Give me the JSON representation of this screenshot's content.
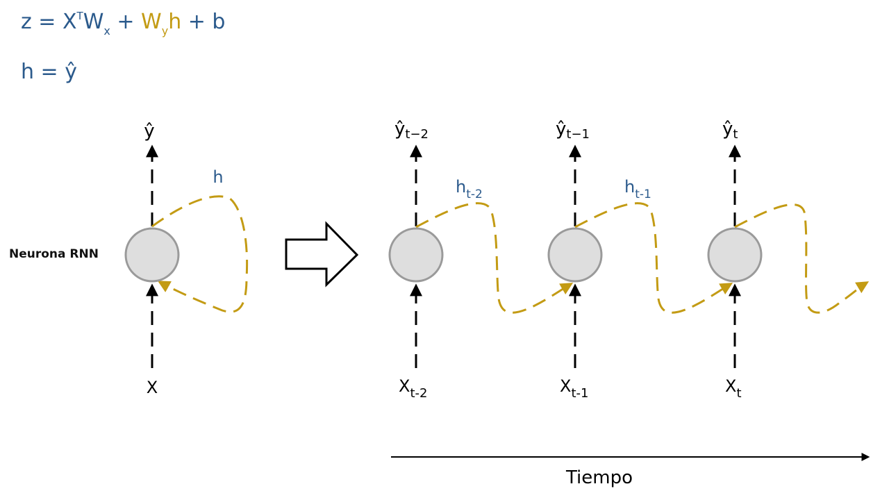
{
  "equations": {
    "z_lhs": "z = X",
    "z_T": "T",
    "z_W": "W",
    "z_x_sub": "x",
    "z_plus1": " + ",
    "z_Wy": "W",
    "z_y_sub": "y",
    "z_h": "h",
    "z_rest": " + b",
    "h_eq": "h = ŷ"
  },
  "folded": {
    "neuron_label": "Neurona RNN",
    "input": "X",
    "output": "ŷ",
    "hidden": "h"
  },
  "unfolded": [
    {
      "input": "X",
      "input_sub": "t-2",
      "output": "ŷ",
      "output_sub": "t−2",
      "hidden": "h",
      "hidden_sub": "t-2"
    },
    {
      "input": "X",
      "input_sub": "t-1",
      "output": "ŷ",
      "output_sub": "t−1",
      "hidden": "h",
      "hidden_sub": "t-1"
    },
    {
      "input": "X",
      "input_sub": "t",
      "output": "ŷ",
      "output_sub": "t"
    }
  ],
  "time_axis": {
    "label": "Tiempo"
  },
  "colors": {
    "blue": "#2b5a8c",
    "gold": "#c39b14",
    "node_fill": "#dedede",
    "node_stroke": "#9a9a9a"
  }
}
